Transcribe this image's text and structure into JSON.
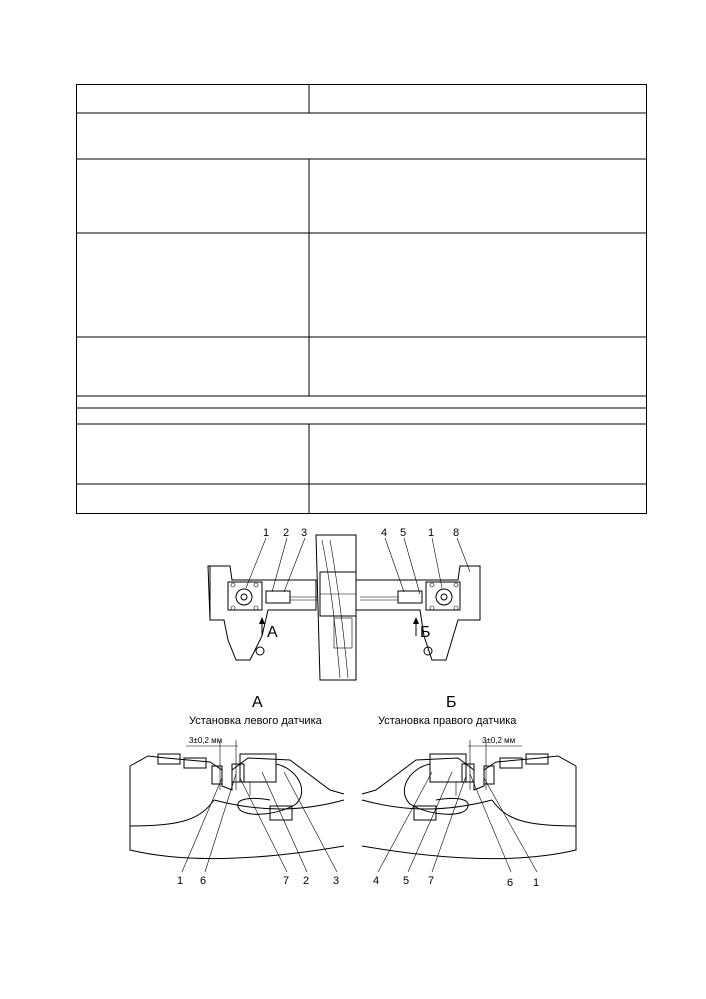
{
  "table": {
    "rows": [
      {
        "type": "two-col",
        "left": "",
        "right": ""
      },
      {
        "type": "full",
        "text": ""
      },
      {
        "type": "two-col",
        "left": "",
        "right": ""
      },
      {
        "type": "two-col",
        "left": "",
        "right": ""
      },
      {
        "type": "two-col",
        "left": "",
        "right": ""
      },
      {
        "type": "full",
        "text": ""
      },
      {
        "type": "full",
        "text": ""
      },
      {
        "type": "two-col",
        "left": "",
        "right": ""
      },
      {
        "type": "two-col",
        "left": "",
        "right": ""
      }
    ]
  },
  "figure": {
    "top_callouts": [
      "1",
      "2",
      "3",
      "4",
      "5",
      "1",
      "8"
    ],
    "view_marks": {
      "left": "А",
      "right": "Б"
    },
    "view_a": {
      "letter": "А",
      "caption": "Установка левого датчика",
      "dimension": "3±0,2 мм",
      "callouts": [
        "1",
        "6",
        "7",
        "2",
        "3"
      ]
    },
    "view_b": {
      "letter": "Б",
      "caption": "Установка правого датчика",
      "dimension": "3±0,2 мм",
      "callouts": [
        "4",
        "5",
        "7",
        "6",
        "1"
      ]
    }
  }
}
